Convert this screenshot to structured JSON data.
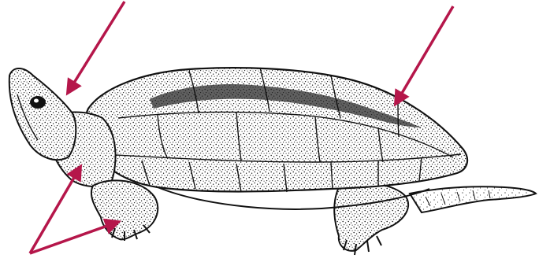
{
  "figure": {
    "subject_icon": "turtle-illustration",
    "style": "black stipple line drawing",
    "arrow_color": "#b5164a",
    "ink_color": "#111111",
    "background": "#ffffff",
    "pointer_arrow_count": 4
  }
}
